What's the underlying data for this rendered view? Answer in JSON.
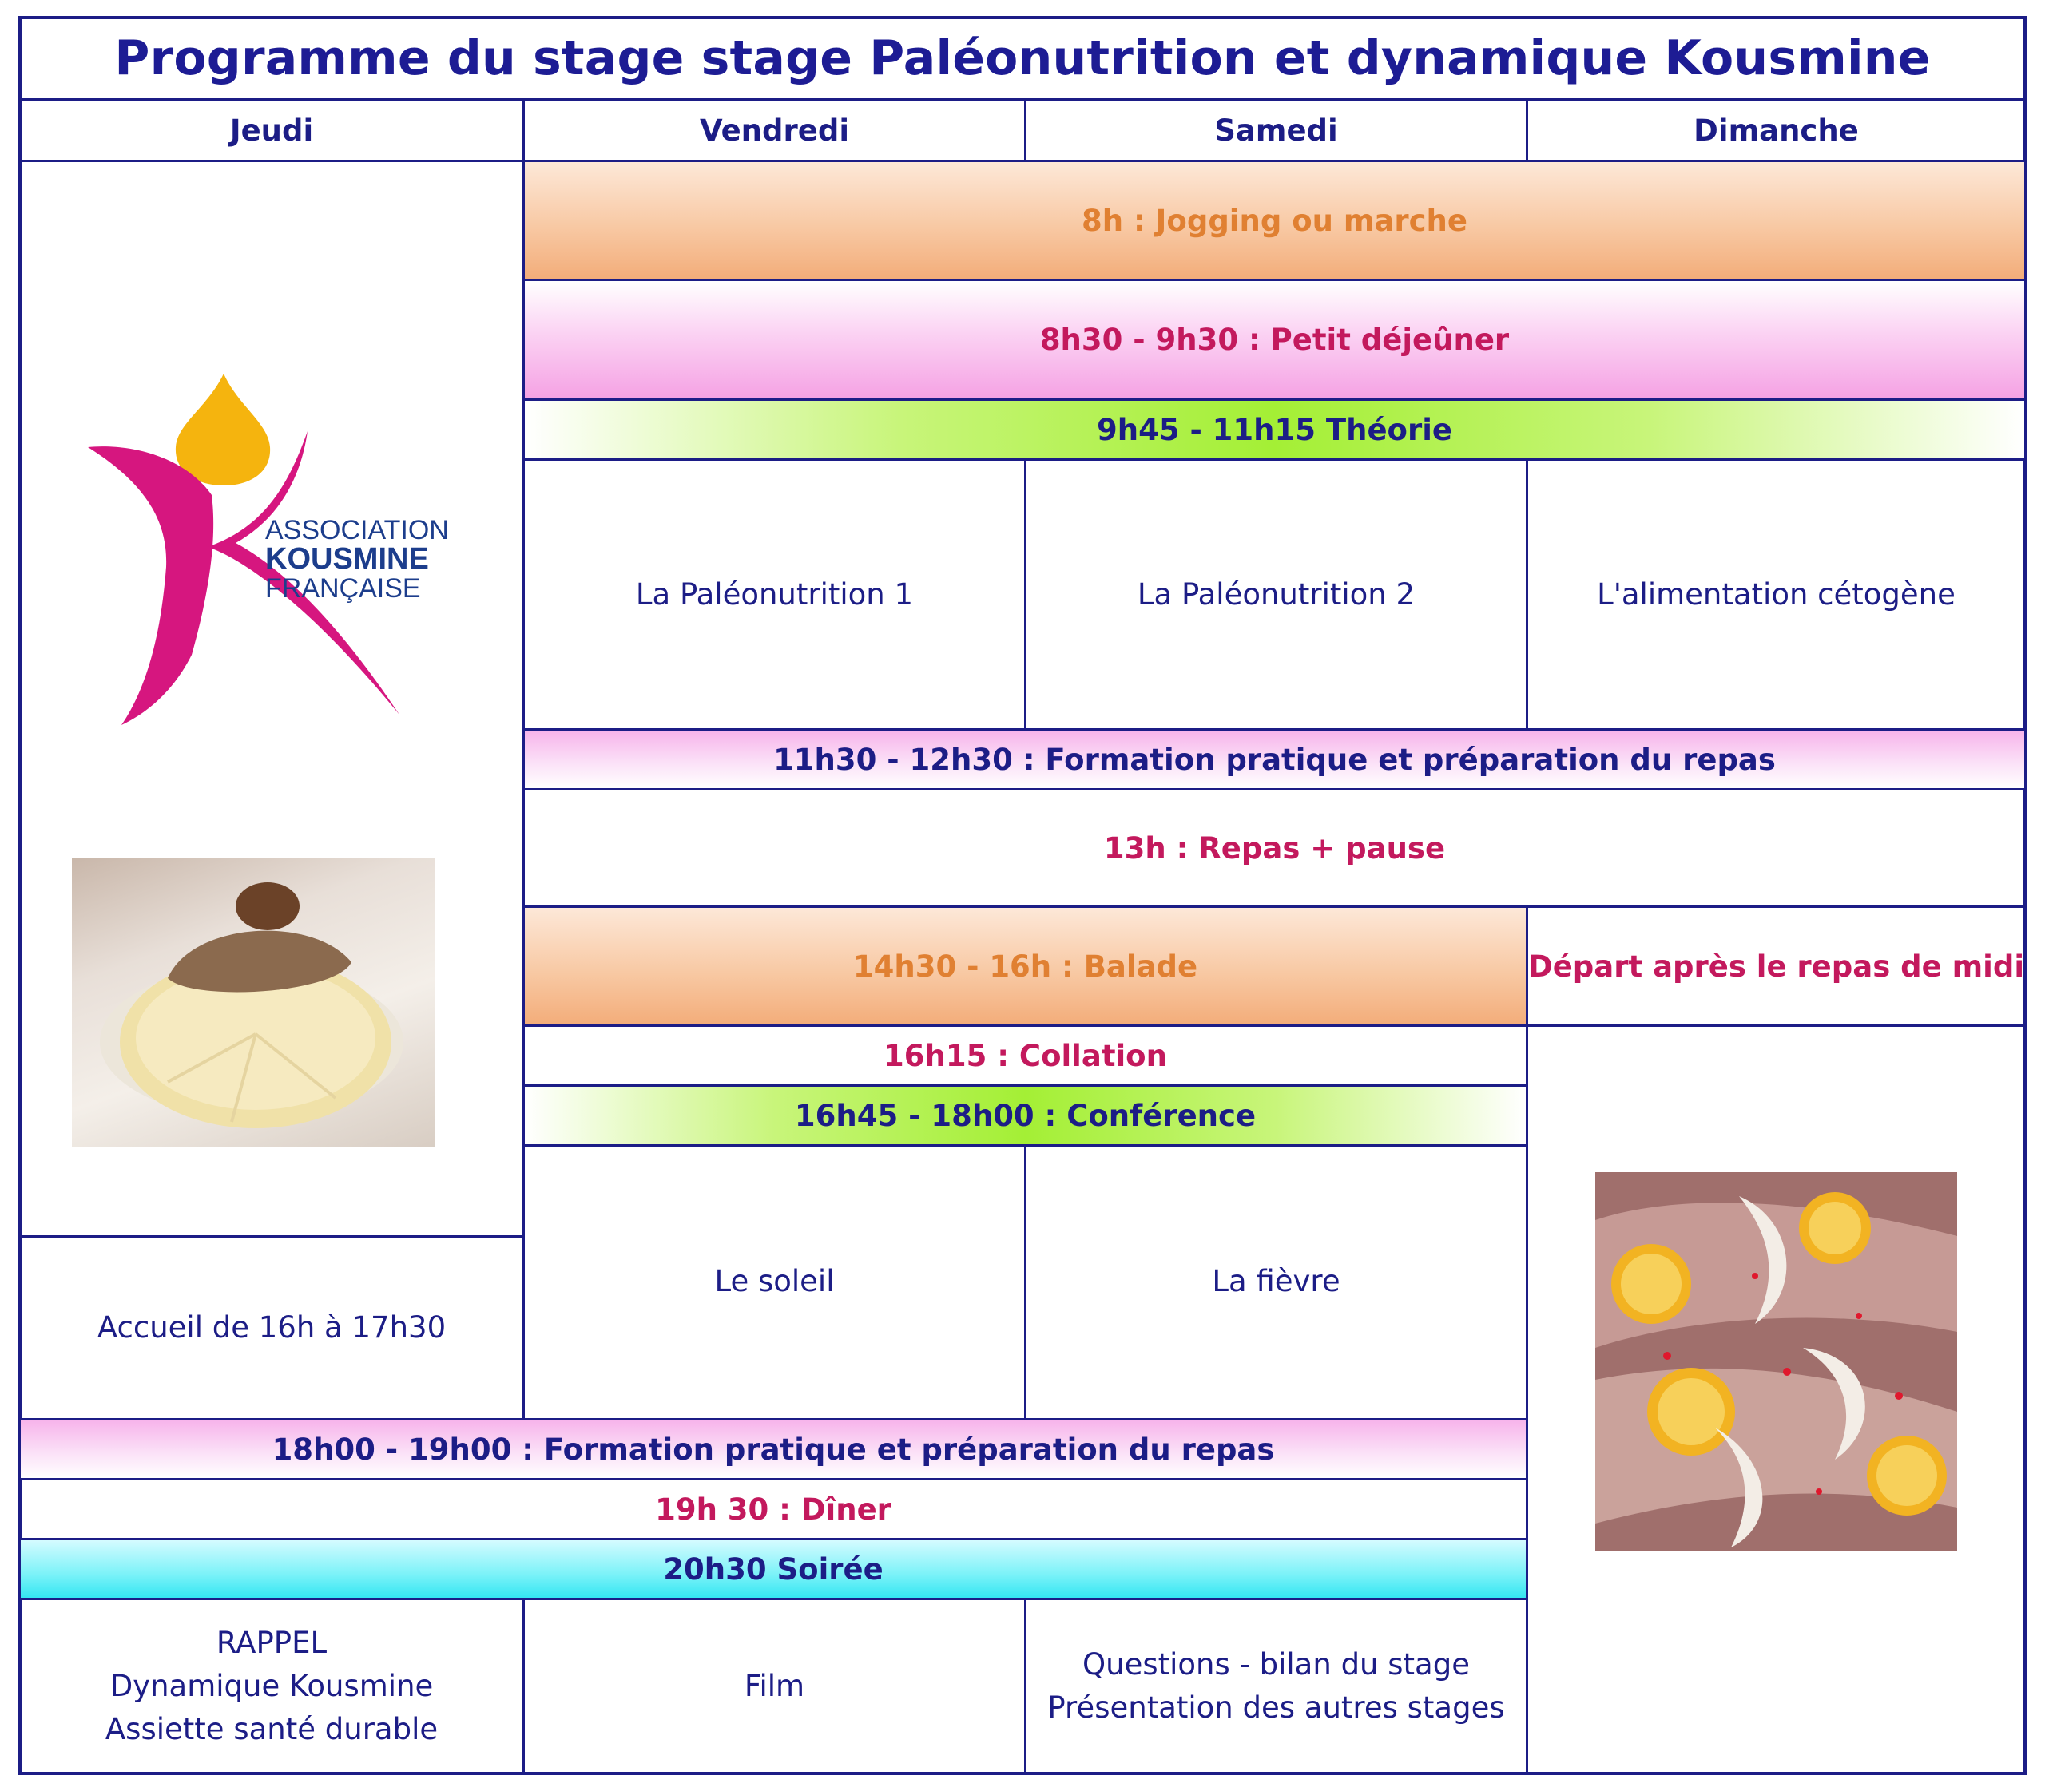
{
  "title": "Programme du stage stage Paléonutrition et dynamique Kousmine",
  "days": {
    "jeudi": "Jeudi",
    "vendredi": "Vendredi",
    "samedi": "Samedi",
    "dimanche": "Dimanche"
  },
  "schedule": {
    "jogging": "8h : Jogging ou marche",
    "petit_dejeuner": "8h30 - 9h30  : Petit déjeûner",
    "theorie": "9h45 - 11h15 Théorie",
    "theorie_vendredi": "La Paléonutrition 1",
    "theorie_samedi": "La Paléonutrition 2",
    "theorie_dimanche": "L'alimentation cétogène",
    "formation_matin": "11h30 - 12h30 : Formation pratique et préparation du repas",
    "repas": "13h : Repas + pause",
    "balade": "14h30 - 16h : Balade",
    "depart": "Départ après le repas de midi",
    "collation": "16h15 : Collation",
    "conference": "16h45 - 18h00 : Conférence",
    "accueil": "Accueil de 16h à 17h30",
    "conference_vendredi": "Le soleil",
    "conference_samedi": "La fièvre",
    "formation_soir": "18h00 - 19h00 : Formation pratique et préparation du repas",
    "diner": "19h 30 : Dîner",
    "soiree": "20h30  Soirée",
    "soiree_jeudi": [
      "RAPPEL",
      "Dynamique Kousmine",
      "Assiette santé durable"
    ],
    "soiree_vendredi": "Film",
    "soiree_samedi": [
      "Questions - bilan du stage",
      "Présentation des autres stages"
    ]
  },
  "logo": {
    "line1": "ASSOCIATION",
    "line2": "KOUSMINE",
    "line3": "FRANÇAISE"
  },
  "colors": {
    "border": "#1c1d86",
    "orange_text": "#e08032",
    "magenta_text": "#c3195d",
    "logo_pink": "#d6167f",
    "logo_yellow": "#f5b40e"
  }
}
